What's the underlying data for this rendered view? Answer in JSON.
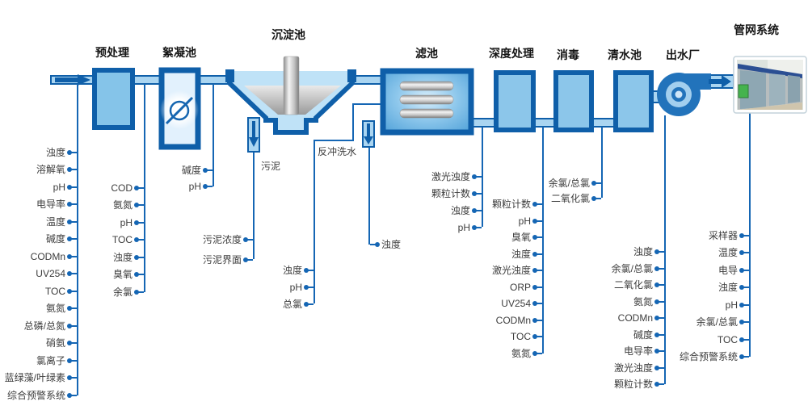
{
  "stages": {
    "pretreatment": "预处理",
    "flocculation": "絮凝池",
    "sedimentation": "沉淀池",
    "filter": "滤池",
    "advanced_treatment": "深度处理",
    "disinfection": "消毒",
    "clear_water_tank": "清水池",
    "outlet_plant": "出水厂",
    "pipe_network": "管网系统"
  },
  "flow_annotations": {
    "sludge": "污泥",
    "backwash_water": "反冲洗水"
  },
  "columns": {
    "raw_water": [
      "浊度",
      "溶解氧",
      "pH",
      "电导率",
      "温度",
      "碱度",
      "CODMn",
      "UV254",
      "TOC",
      "氨氮",
      "总磷/总氮",
      "硝氨",
      "氯离子",
      "蓝绿藻/叶绿素",
      "综合预警系统"
    ],
    "pretreatment_effluent": [
      "COD",
      "氨氮",
      "pH",
      "TOC",
      "浊度",
      "臭氧",
      "余氯"
    ],
    "flocculation_effluent": [
      "碱度",
      "pH"
    ],
    "sludge_monitoring": [
      "污泥浓度",
      "污泥界面"
    ],
    "sedimentation_effluent": [
      "浊度",
      "pH",
      "总氯"
    ],
    "filter_drain": [
      "浊度"
    ],
    "filter_effluent": [
      "激光浊度",
      "颗粒计数",
      "浊度",
      "pH"
    ],
    "advanced_effluent": [
      "颗粒计数",
      "pH",
      "臭氧",
      "浊度",
      "激光浊度",
      "ORP",
      "UV254",
      "CODMn",
      "TOC",
      "氨氮"
    ],
    "disinfection_effluent": [
      "余氯/总氯",
      "二氧化氯"
    ],
    "clear_water_effluent": [
      "浊度",
      "余氯/总氯",
      "二氧化氯",
      "氨氮",
      "CODMn",
      "碱度",
      "电导率",
      "激光浊度",
      "颗粒计数"
    ],
    "pipe_network_monitoring": [
      "采样器",
      "温度",
      "电导",
      "浊度",
      "pH",
      "余氯/总氯",
      "TOC",
      "综合预警系统"
    ]
  },
  "colors": {
    "sensor_line": "#1566b4",
    "border_blue": "#0f5fa9",
    "pipe_fill": "#aad5f1",
    "tank_fill": "#85c4e9",
    "text": "#3d3d3d"
  }
}
